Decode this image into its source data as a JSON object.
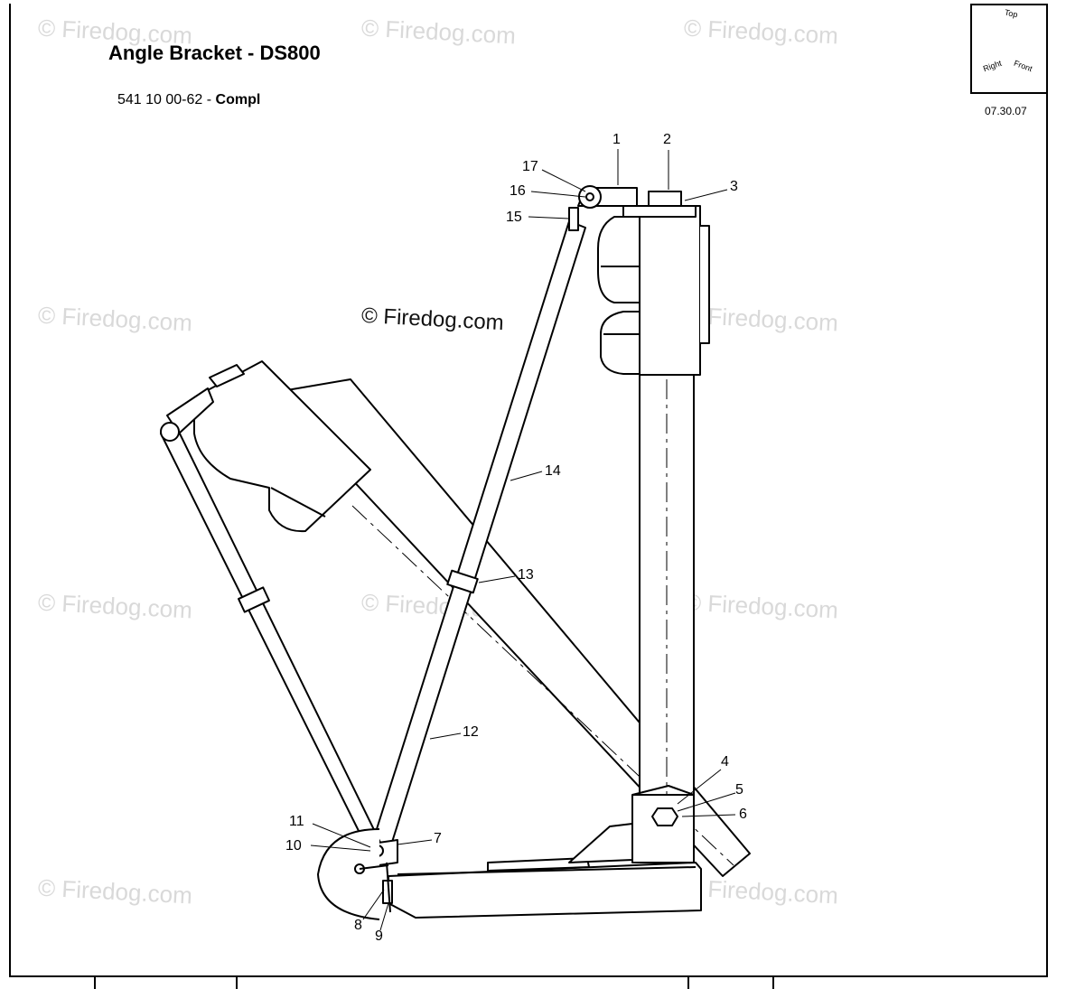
{
  "header": {
    "title": "Angle Bracket - DS800",
    "part_number": "541 10 00-62",
    "separator": " - ",
    "part_desc": "Compl",
    "date_code": "07.30.07"
  },
  "orientation": {
    "top": "Top",
    "right": "Right",
    "front": "Front"
  },
  "watermark": {
    "text": "© Firedog.com",
    "main": "© Firedog.com"
  },
  "callouts": {
    "c1": "1",
    "c2": "2",
    "c3": "3",
    "c4": "4",
    "c5": "5",
    "c6": "6",
    "c7": "7",
    "c8": "8",
    "c9": "9",
    "c10": "10",
    "c11": "11",
    "c12": "12",
    "c13": "13",
    "c14": "14",
    "c15": "15",
    "c16": "16",
    "c17": "17"
  }
}
